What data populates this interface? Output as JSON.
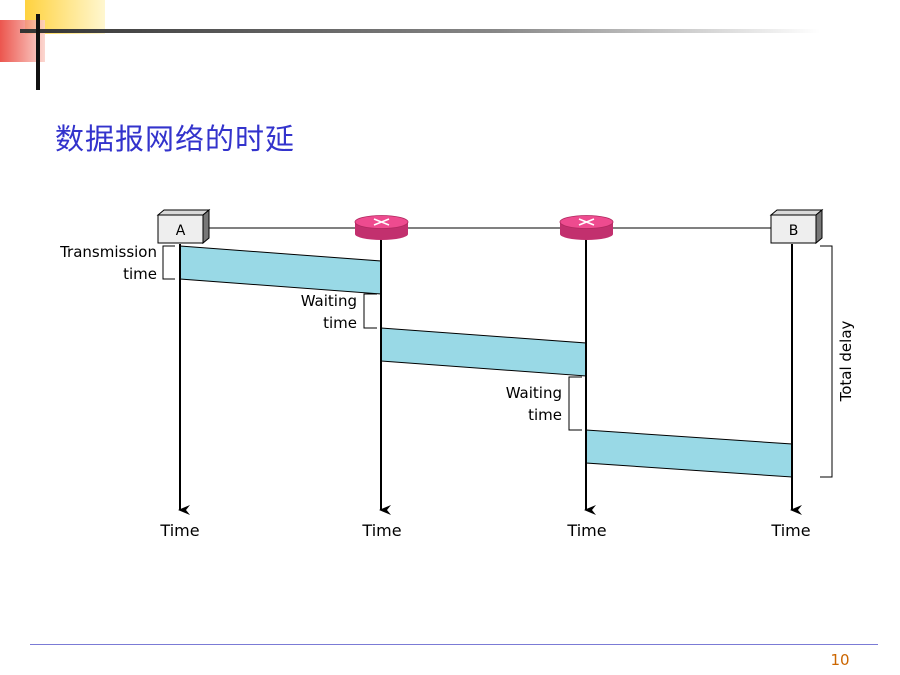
{
  "slide": {
    "title": "数据报网络的时延",
    "page_number": "10"
  },
  "colors": {
    "title": "#3333cc",
    "packet_fill": "#99d9e6",
    "router_fill": "#ee4b8f",
    "decor_yellow": "#ffd23f",
    "decor_red": "#e8382f",
    "footer_line": "#7b7bd6",
    "page_number": "#cc6600"
  },
  "diagram": {
    "host_a": "A",
    "host_b": "B",
    "time_labels": [
      "Time",
      "Time",
      "Time",
      "Time"
    ],
    "transmission_label": [
      "Transmission",
      "time"
    ],
    "waiting_label_1": [
      "Waiting",
      "time"
    ],
    "waiting_label_2": [
      "Waiting",
      "time"
    ],
    "total_delay_label": "Total delay",
    "icons": [
      "host-box-icon",
      "router-icon",
      "router-icon",
      "host-box-icon"
    ]
  }
}
